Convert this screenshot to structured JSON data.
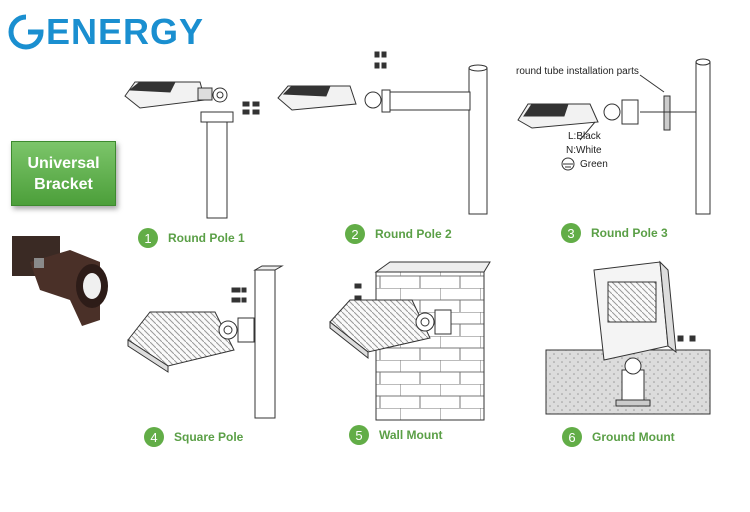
{
  "brand": {
    "logo_text": "ENERGY",
    "logo_color": "#1a8fd0"
  },
  "badge": {
    "line1": "Universal",
    "line2": "Bracket"
  },
  "accent_color": "#62ad47",
  "steps": [
    {
      "num": "1",
      "label": "Round Pole 1"
    },
    {
      "num": "2",
      "label": "Round Pole 2"
    },
    {
      "num": "3",
      "label": "Round Pole 3"
    },
    {
      "num": "4",
      "label": "Square Pole"
    },
    {
      "num": "5",
      "label": "Wall Mount"
    },
    {
      "num": "6",
      "label": "Ground Mount"
    }
  ],
  "annotations": {
    "tube_parts": "round tube installation parts",
    "live": "L:Black",
    "neutral": "N:White",
    "ground": "Green"
  }
}
